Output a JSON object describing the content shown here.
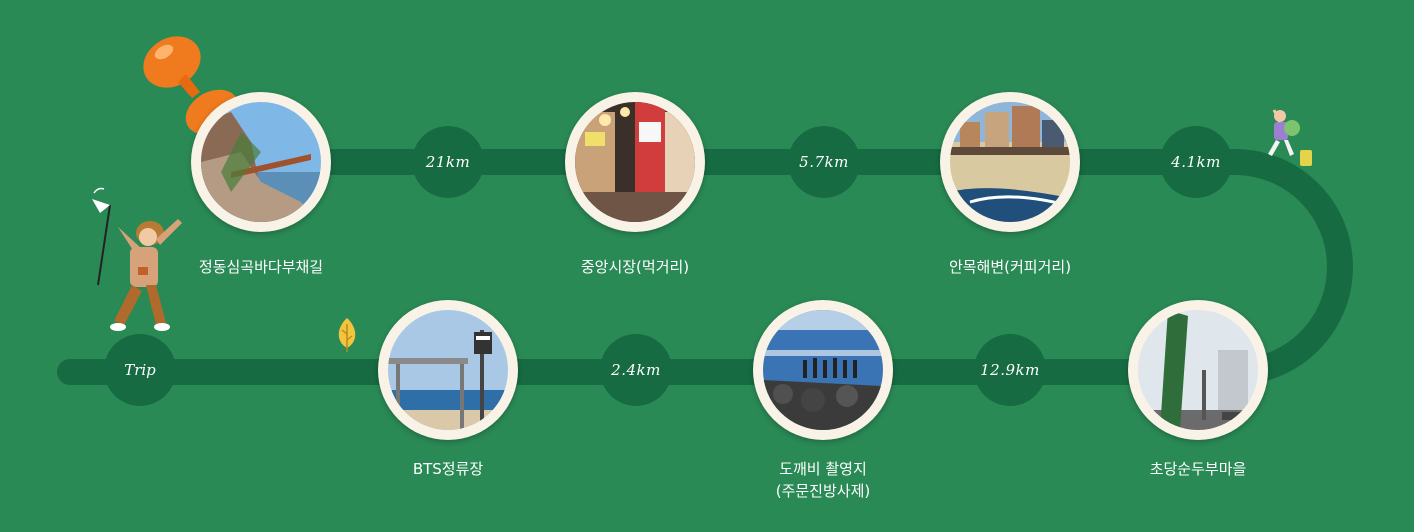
{
  "start": {
    "label": "Trip"
  },
  "distances": {
    "d1": "21km",
    "d2": "5.7km",
    "d3": "4.1km",
    "d4": "12.9km",
    "d5": "2.4km"
  },
  "stops": {
    "s1": {
      "name": "정동심곡바다부채길",
      "icon": "cliff-boardwalk-photo"
    },
    "s2": {
      "name": "중앙시장(먹거리)",
      "icon": "market-photo"
    },
    "s3": {
      "name": "안목해변(커피거리)",
      "icon": "beach-photo"
    },
    "s4": {
      "name": "초당순두부마을",
      "icon": "village-sign-photo"
    },
    "s5": {
      "name_line1": "도깨비 촬영지",
      "name_line2": "(주문진방사제)",
      "icon": "breakwater-photo"
    },
    "s6": {
      "name": "BTS정류장",
      "icon": "bus-stop-photo"
    }
  },
  "colors": {
    "background": "#2a8a56",
    "route": "#176b42",
    "photo_ring": "#f8f3e6",
    "stamp": "#f07a1e"
  }
}
